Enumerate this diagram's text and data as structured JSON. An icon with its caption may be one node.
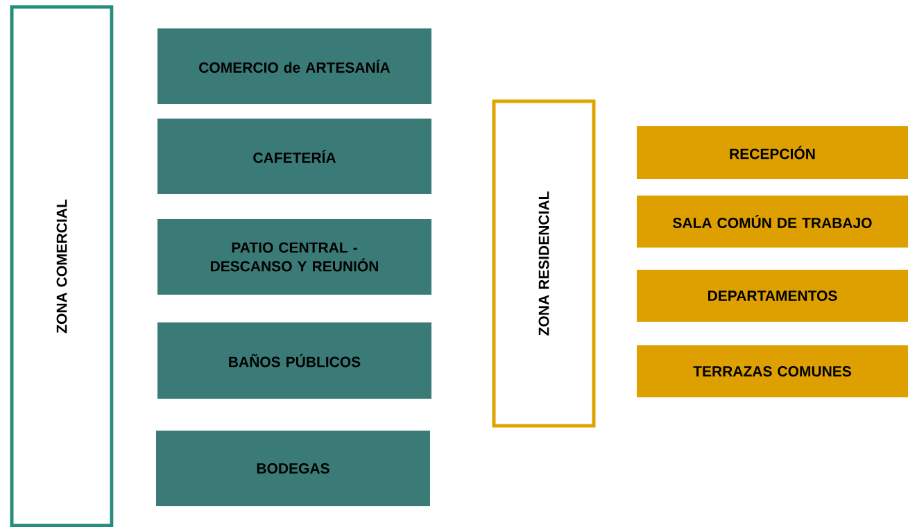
{
  "diagram": {
    "nodes": [
      {
        "text": [
          "ZONA COMERCIAL"
        ]
      },
      {
        "text": [
          "COMERCIO de ARTESANÍA"
        ]
      },
      {
        "text": [
          "CAFETERÍA"
        ]
      },
      {
        "text": [
          "PATIO CENTRAL - DESCANSO Y REUNIÓN"
        ]
      },
      {
        "text": [
          "BAÑOS PÚBLICOS"
        ]
      },
      {
        "text": [
          "BODEGAS"
        ]
      },
      {
        "text": [
          "ZONA RESIDENCIAL"
        ]
      },
      {
        "text": [
          "RECEPCIÓN"
        ]
      },
      {
        "text": [
          "SALA COMÚN DE TRABAJO"
        ]
      },
      {
        "text": [
          "DEPARTAMENTOS"
        ]
      },
      {
        "text": [
          "TERRAZAS COMUNES"
        ]
      }
    ]
  }
}
